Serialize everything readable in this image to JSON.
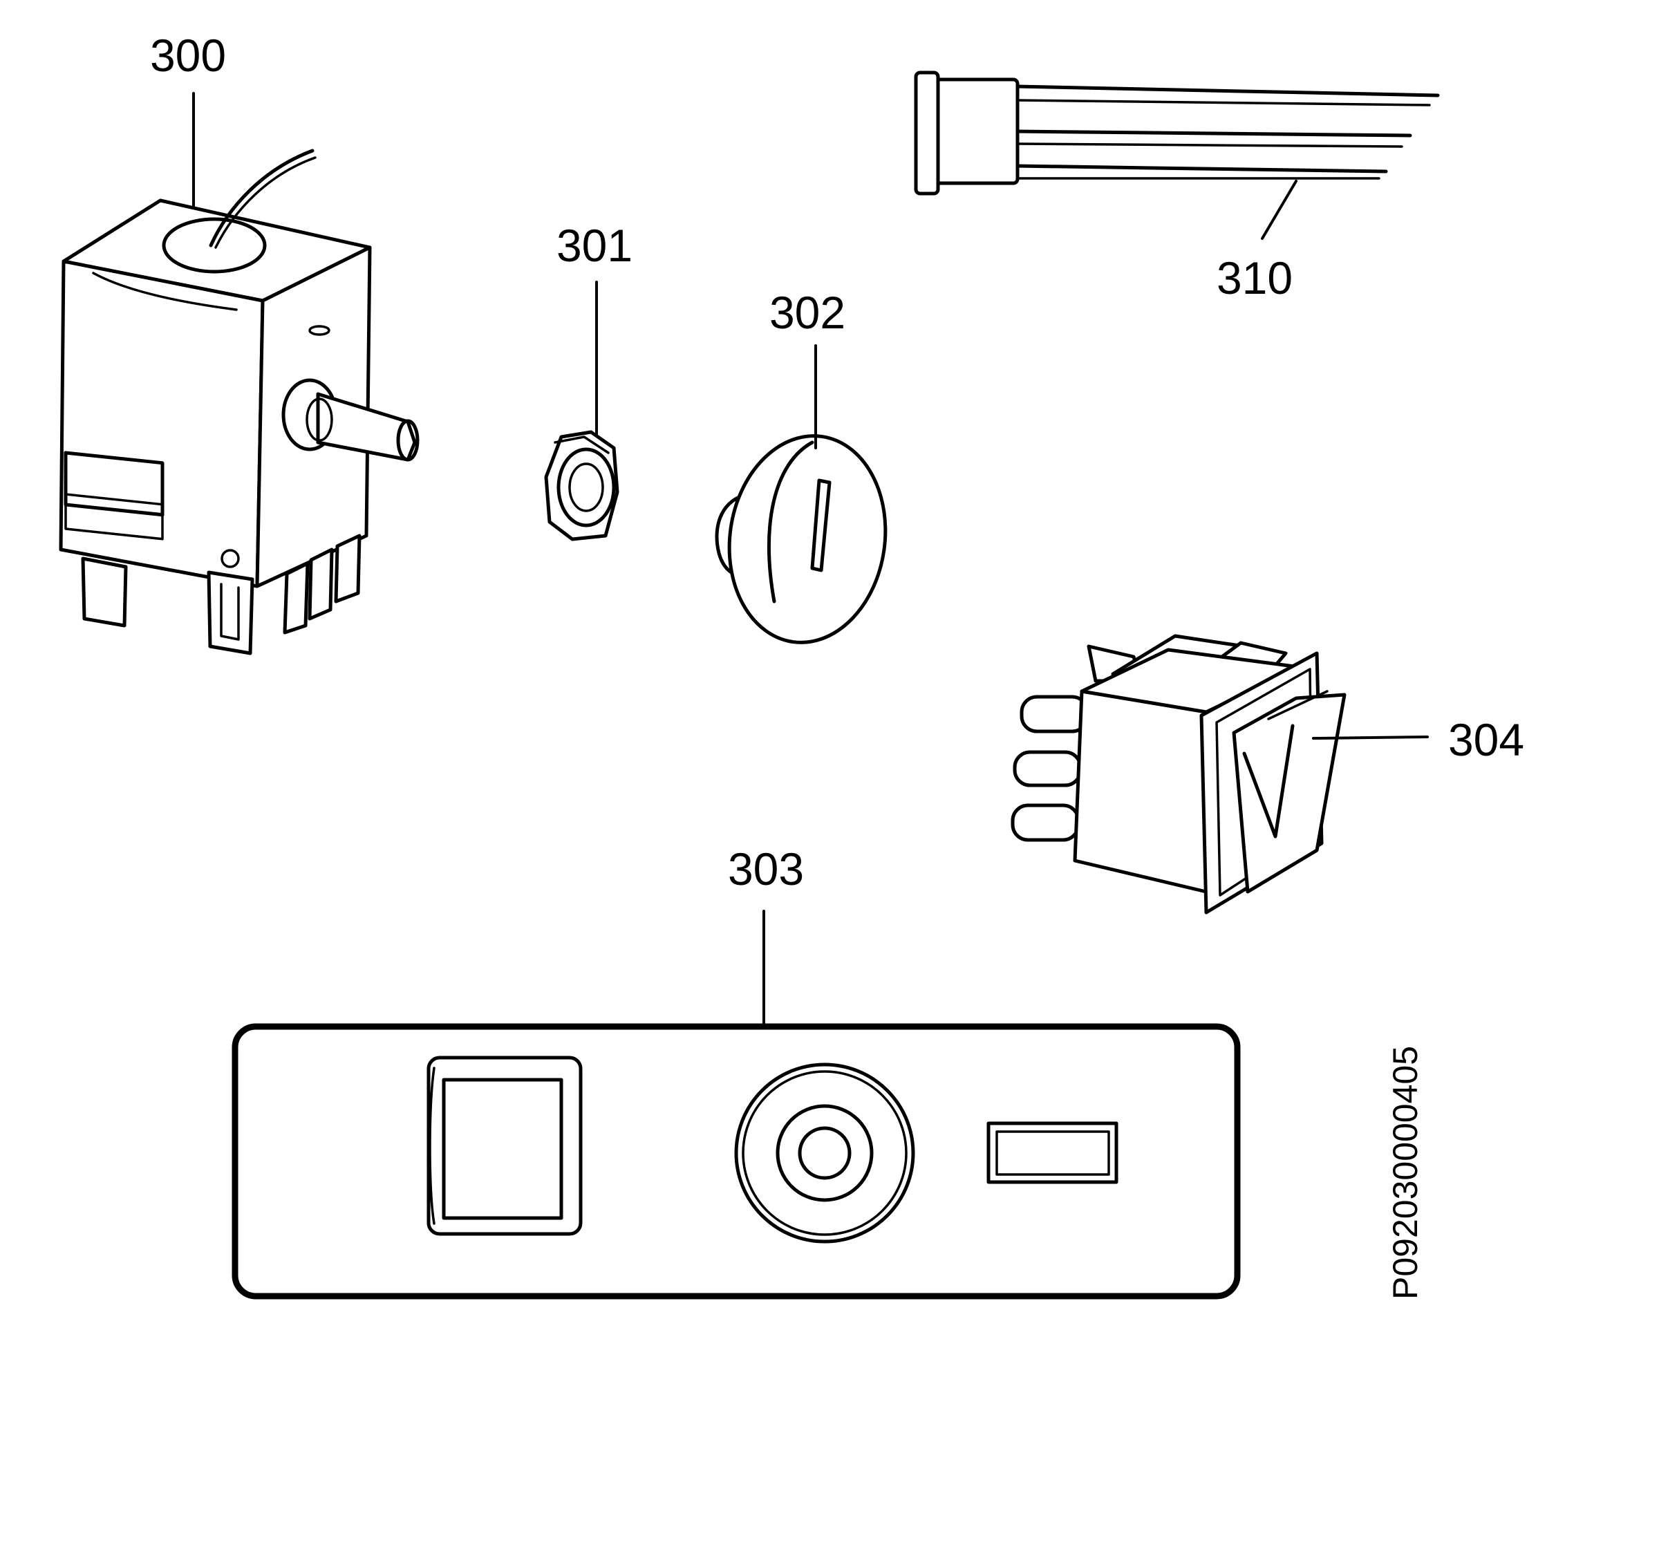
{
  "diagram": {
    "doc_code": "P092030000405",
    "parts": [
      {
        "id": "thermostat",
        "label": "300"
      },
      {
        "id": "nut",
        "label": "301"
      },
      {
        "id": "knob",
        "label": "302"
      },
      {
        "id": "control-panel",
        "label": "303"
      },
      {
        "id": "rocker-switch",
        "label": "304"
      },
      {
        "id": "wire-harness",
        "label": "310"
      }
    ]
  }
}
